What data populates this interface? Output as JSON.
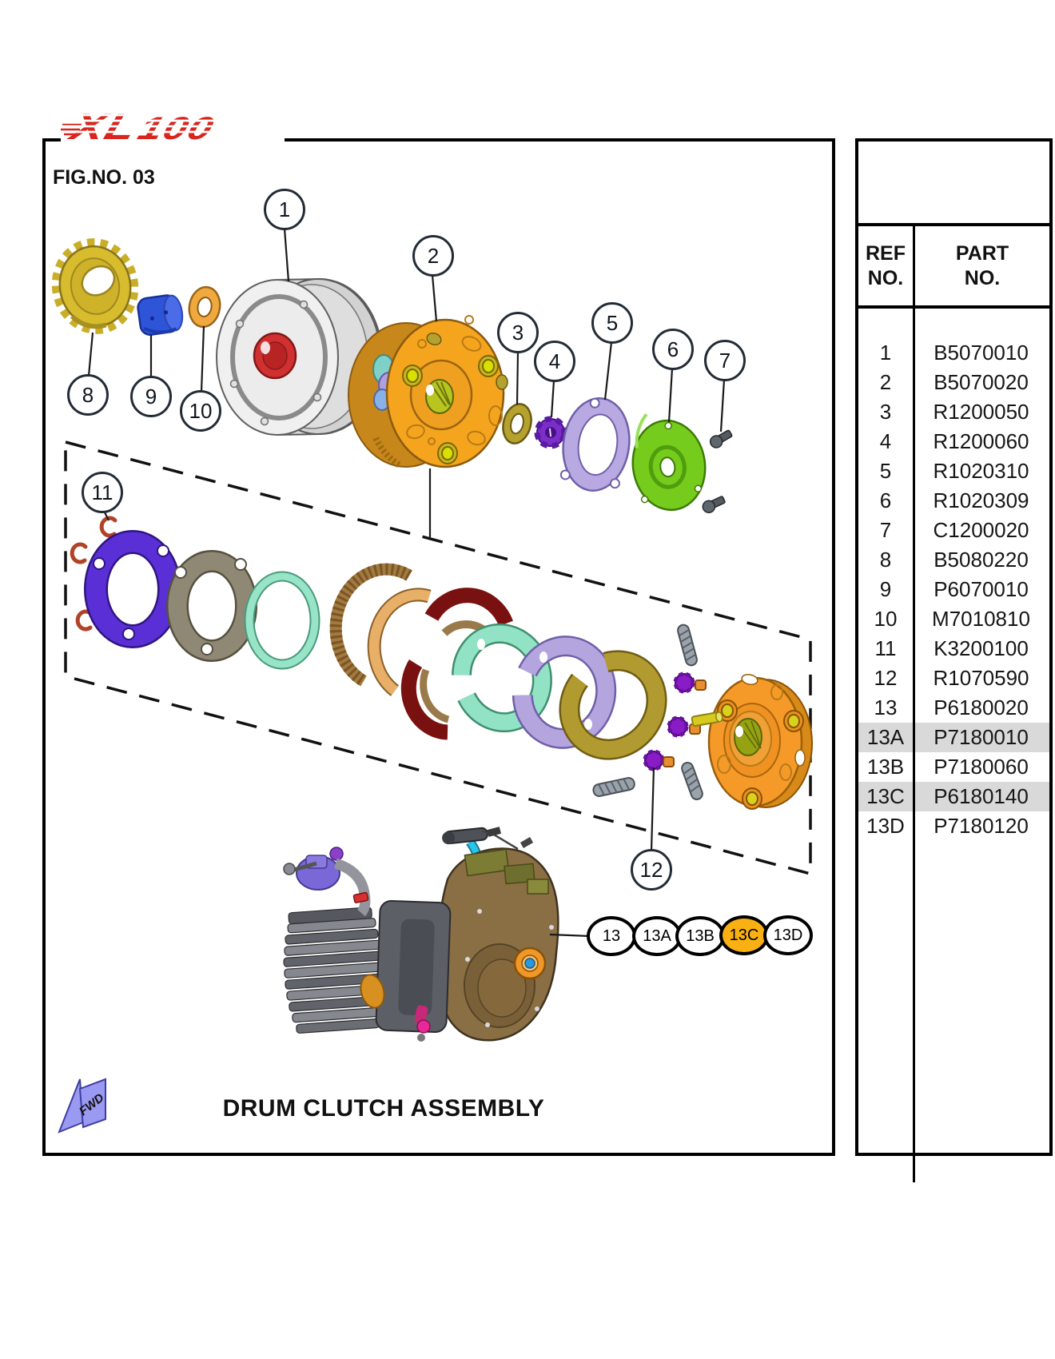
{
  "page": {
    "fig_label": "FIG.NO. 03",
    "title": "DRUM CLUTCH ASSEMBLY",
    "fwd_label": "FWD"
  },
  "logo": {
    "prefix": "XL",
    "suffix": "100",
    "color": "#D9251D"
  },
  "callouts": [
    {
      "label": "1"
    },
    {
      "label": "2"
    },
    {
      "label": "3"
    },
    {
      "label": "4"
    },
    {
      "label": "5"
    },
    {
      "label": "6"
    },
    {
      "label": "7"
    },
    {
      "label": "8"
    },
    {
      "label": "9"
    },
    {
      "label": "10"
    },
    {
      "label": "11"
    },
    {
      "label": "12"
    }
  ],
  "engine_callouts": [
    {
      "label": "13",
      "highlighted": false
    },
    {
      "label": "13A",
      "highlighted": false
    },
    {
      "label": "13B",
      "highlighted": false
    },
    {
      "label": "13C",
      "highlighted": true
    },
    {
      "label": "13D",
      "highlighted": false
    }
  ],
  "table": {
    "headers": {
      "ref_line1": "REF",
      "ref_line2": "NO.",
      "part_line1": "PART",
      "part_line2": "NO."
    },
    "rows": [
      {
        "ref": "1",
        "part": "B5070010",
        "highlighted": false
      },
      {
        "ref": "2",
        "part": "B5070020",
        "highlighted": false
      },
      {
        "ref": "3",
        "part": "R1200050",
        "highlighted": false
      },
      {
        "ref": "4",
        "part": "R1200060",
        "highlighted": false
      },
      {
        "ref": "5",
        "part": "R1020310",
        "highlighted": false
      },
      {
        "ref": "6",
        "part": "R1020309",
        "highlighted": false
      },
      {
        "ref": "7",
        "part": "C1200020",
        "highlighted": false
      },
      {
        "ref": "8",
        "part": "B5080220",
        "highlighted": false
      },
      {
        "ref": "9",
        "part": "P6070010",
        "highlighted": false
      },
      {
        "ref": "10",
        "part": "M7010810",
        "highlighted": false
      },
      {
        "ref": "11",
        "part": "K3200100",
        "highlighted": false
      },
      {
        "ref": "12",
        "part": "R1070590",
        "highlighted": false
      },
      {
        "ref": "13",
        "part": "P6180020",
        "highlighted": false
      },
      {
        "ref": "13A",
        "part": "P7180010",
        "highlighted": true
      },
      {
        "ref": "13B",
        "part": "P7180060",
        "highlighted": false
      },
      {
        "ref": "13C",
        "part": "P6180140",
        "highlighted": true
      },
      {
        "ref": "13D",
        "part": "P7180120",
        "highlighted": false
      }
    ]
  },
  "colors": {
    "logo_red": "#D9251D",
    "callout_highlight": "#F9B012",
    "row_highlight": "#D9D9D9"
  }
}
